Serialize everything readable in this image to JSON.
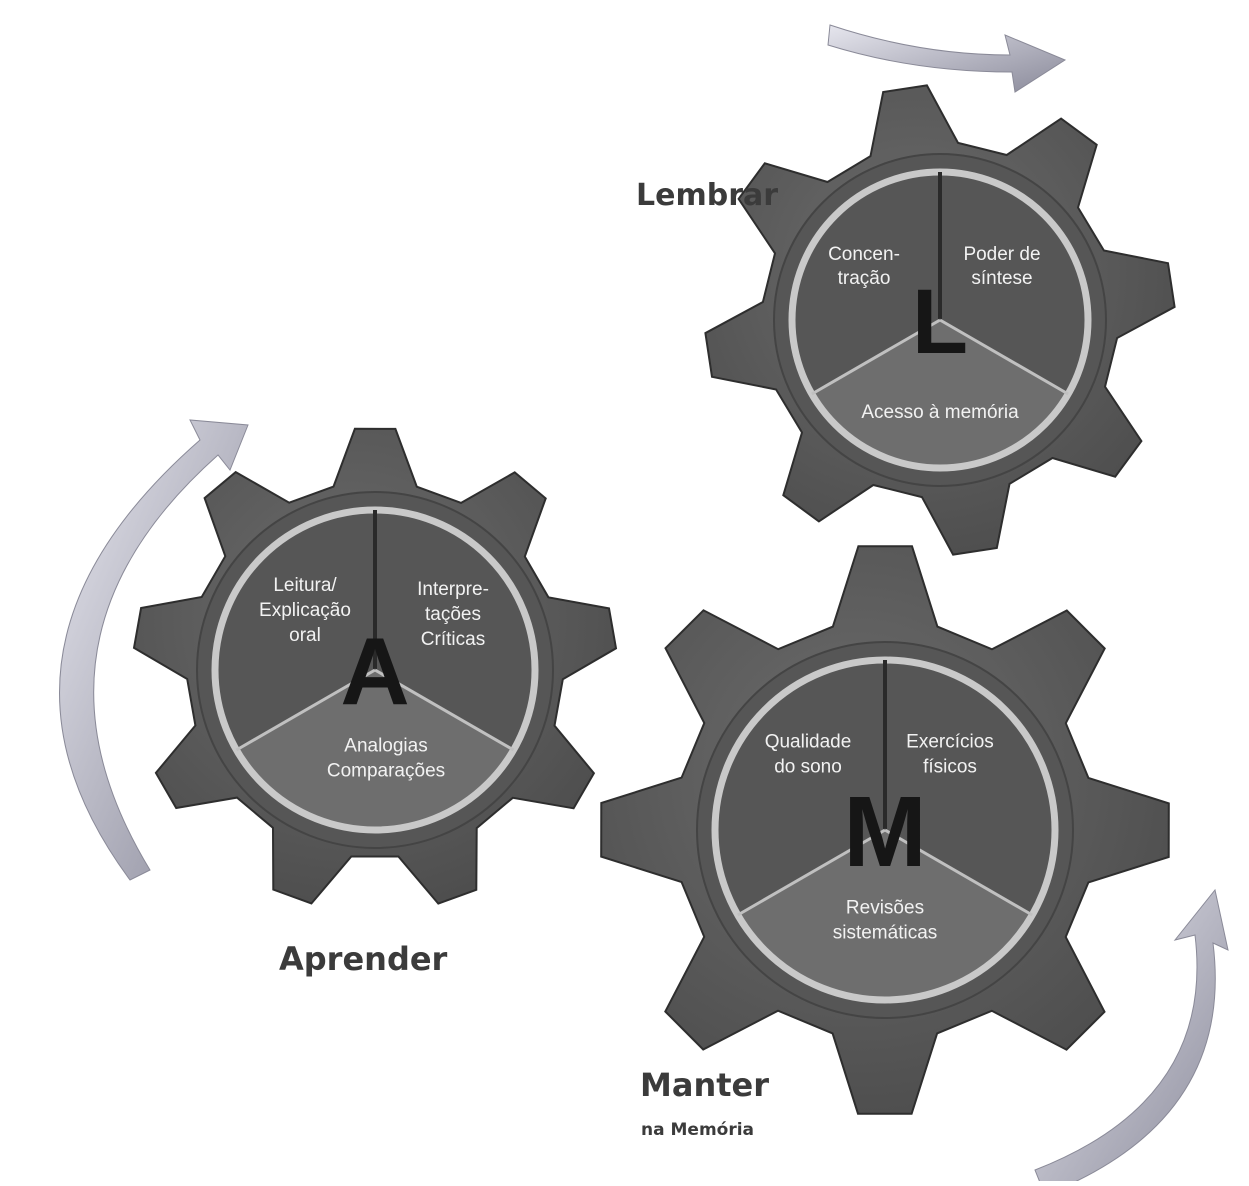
{
  "gears": {
    "lembrar": {
      "title": "Lembrar",
      "letter": "L",
      "segments": {
        "left": [
          "Concen-",
          "tração"
        ],
        "right": [
          "Poder de",
          "síntese"
        ],
        "bottom": [
          "Acesso à memória"
        ]
      }
    },
    "aprender": {
      "title": "Aprender",
      "letter": "A",
      "segments": {
        "left": [
          "Leitura/",
          "Explicação",
          "oral"
        ],
        "right": [
          "Interpre-",
          "tações",
          "Críticas"
        ],
        "bottom": [
          "Analogias",
          "Comparações"
        ]
      }
    },
    "manter": {
      "title": "Manter",
      "subtitle": "na Memória",
      "letter": "M",
      "segments": {
        "left": [
          "Qualidade",
          "do sono"
        ],
        "right": [
          "Exercícios",
          "físicos"
        ],
        "bottom": [
          "Revisões",
          "sistemáticas"
        ]
      }
    }
  },
  "colors": {
    "gear": "#5e5e5e",
    "gear_dark": "#3f3f3f",
    "ring": "#c9c9c9",
    "arrow": "#9a9aa8",
    "text_light": "#f2f2f2",
    "letter": "#161616"
  },
  "icons": [
    "curved-arrow-icon"
  ]
}
